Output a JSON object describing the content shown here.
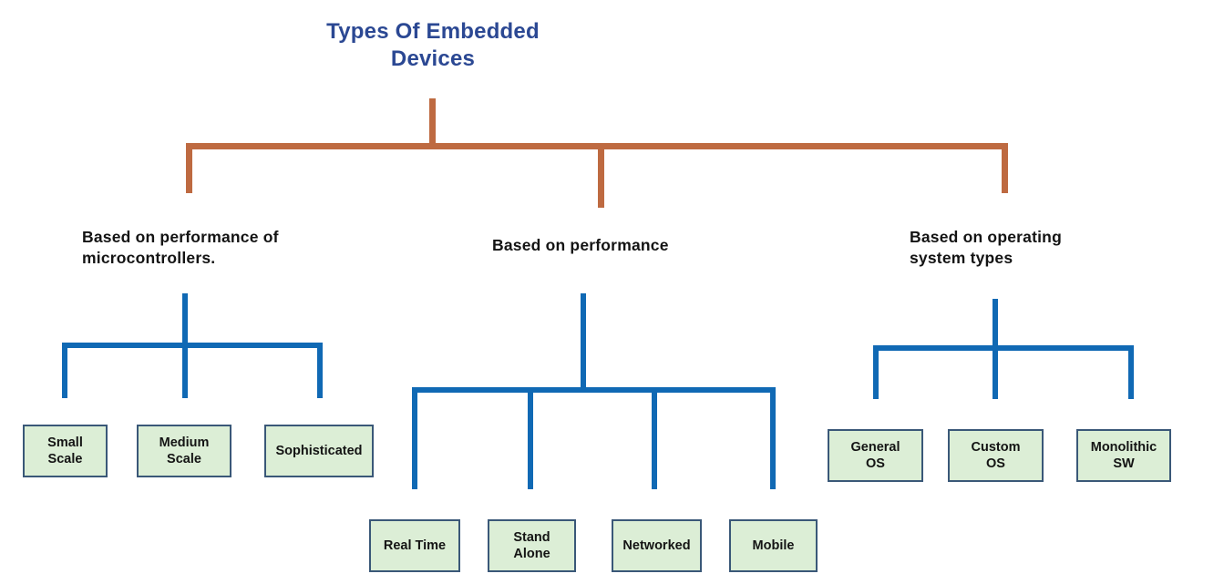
{
  "title": "Types Of Embedded\nDevices",
  "colors": {
    "title": "#2B4893",
    "root_connector": "#BE6A41",
    "branch_connector": "#1069B4",
    "box_fill": "#DCEED6",
    "box_border": "#3A5878",
    "text": "#141414",
    "background": "#ffffff"
  },
  "branches": [
    {
      "label": "Based on performance of\nmicrocontrollers.",
      "children": [
        {
          "label": "Small\nScale"
        },
        {
          "label": "Medium\nScale"
        },
        {
          "label": "Sophisticated"
        }
      ]
    },
    {
      "label": "Based on performance",
      "children": [
        {
          "label": "Real Time"
        },
        {
          "label": "Stand\nAlone"
        },
        {
          "label": "Networked"
        },
        {
          "label": "Mobile"
        }
      ]
    },
    {
      "label": "Based on operating\nsystem types",
      "children": [
        {
          "label": "General\nOS"
        },
        {
          "label": "Custom\nOS"
        },
        {
          "label": "Monolithic\nSW"
        }
      ]
    }
  ]
}
